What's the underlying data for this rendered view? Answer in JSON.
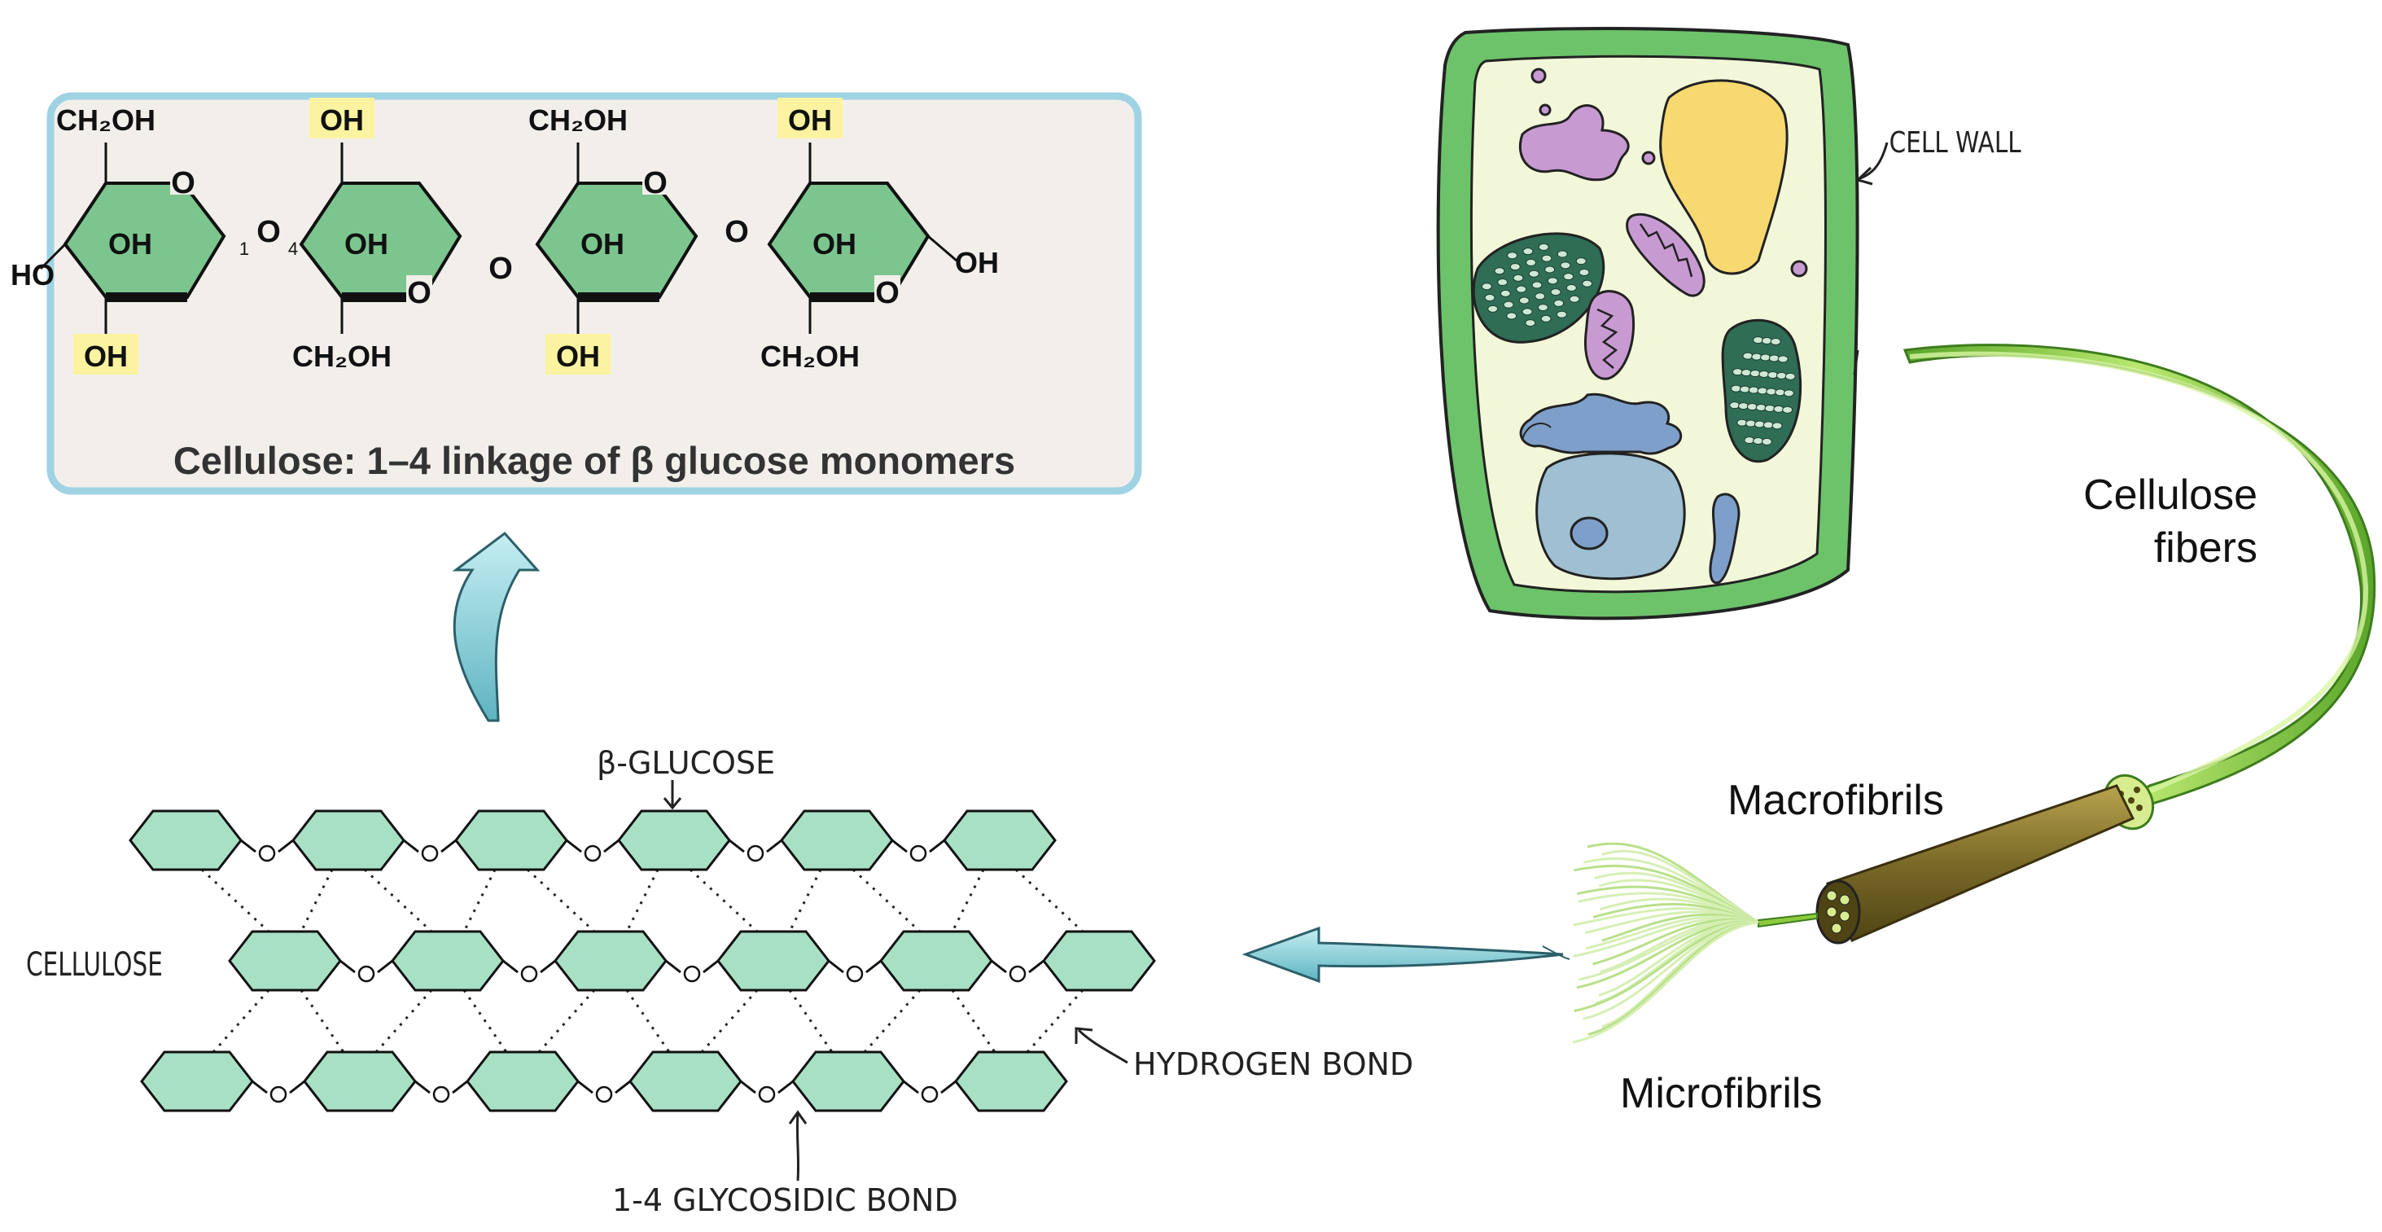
{
  "panel": {
    "caption": "Cellulose: 1–4 linkage of β glucose monomers",
    "units": [
      {
        "top_label": "CH₂OH",
        "bottom_label": "OH",
        "top_highlight": false,
        "bottom_highlight": true,
        "ring_oh": "OH",
        "left_label": "HO"
      },
      {
        "top_label": "OH",
        "bottom_label": "CH₂OH",
        "top_highlight": true,
        "bottom_highlight": false,
        "ring_oh": "OH"
      },
      {
        "top_label": "CH₂OH",
        "bottom_label": "OH",
        "top_highlight": false,
        "bottom_highlight": true,
        "ring_oh": "OH"
      },
      {
        "top_label": "OH",
        "bottom_label": "CH₂OH",
        "top_highlight": true,
        "bottom_highlight": false,
        "ring_oh": "OH",
        "right_label": "OH"
      }
    ],
    "ring_o": "O",
    "link_o": "O",
    "carbon_1": "1",
    "carbon_4": "4"
  },
  "cellulose_sheet": {
    "side_label": "CELLULOSE",
    "beta_glucose_label": "β-GLUCOSE",
    "hydrogen_bond_label": "HYDROGEN BOND",
    "glycosidic_label": "1-4 GLYCOSIDIC BOND",
    "link_o": "O"
  },
  "cell": {
    "cell_wall_label": "CELL WALL"
  },
  "fiber": {
    "cellulose_fibers_label_line1": "Cellulose",
    "cellulose_fibers_label_line2": "fibers",
    "macrofibrils_label": "Macrofibrils",
    "microfibrils_label": "Microfibrils"
  },
  "colors": {
    "ring_fill": "#7cc58f",
    "panel_bg": "#f2efeb",
    "panel_border": "#9fd3e4",
    "highlight": "#fbf3a0",
    "hex_fill": "#a8e0c6",
    "cell_wall": "#6cc36a",
    "cytoplasm": "#f3f7d9",
    "vacuole": "#f7d970",
    "nucleus": "#9fbfd2",
    "er": "#7e9fc9",
    "golgi": "#c89ad2",
    "chloroplast": "#2f6d55",
    "fiber_green": "#8dcb3e",
    "macrofibril_brown": "#7a6a28",
    "arrow_blue": "#7ac6cf"
  }
}
